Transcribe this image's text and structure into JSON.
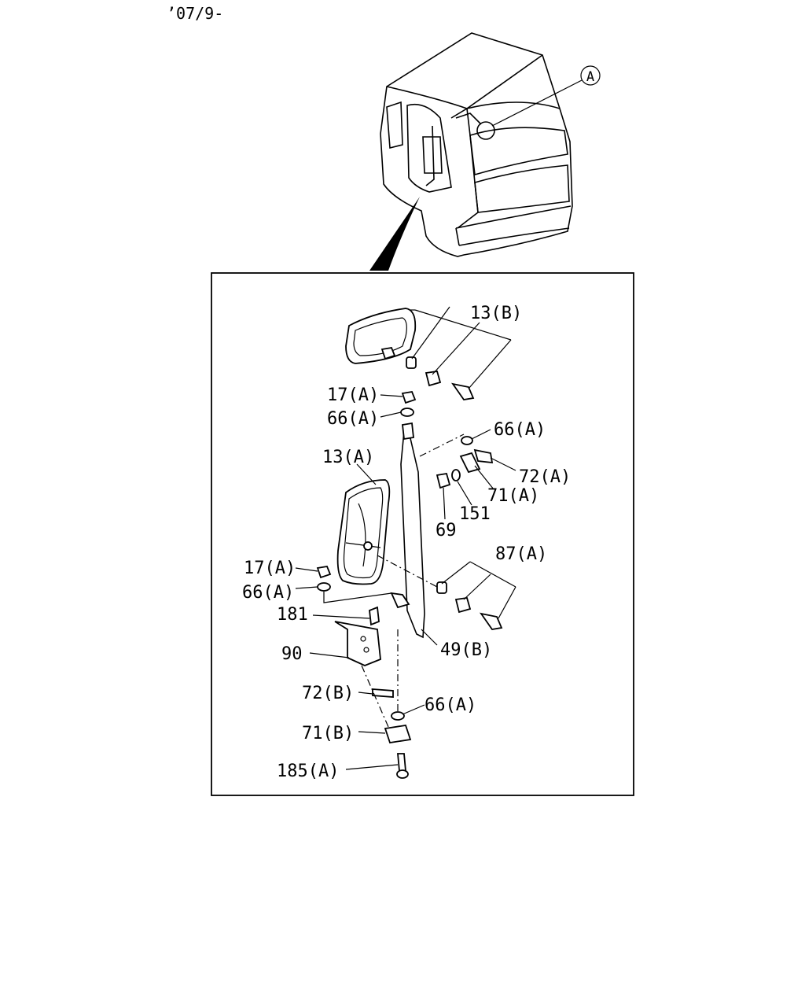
{
  "header": {
    "date_code": "’07/9-"
  },
  "reference": {
    "circle_label": "A"
  },
  "callouts": {
    "mirror_upper": "13(B)",
    "nut_upper": "17(A)",
    "washer_upper": "66(A)",
    "washer_right": "66(A)",
    "mirror_main": "13(A)",
    "bracket_a": "72(A)",
    "clamp_a": "71(A)",
    "lock_washer": "151",
    "nut_69": "69",
    "kit_87": "87(A)",
    "nut_lower": "17(A)",
    "washer_lower": "66(A)",
    "plate_181": "181",
    "stay_49": "49(B)",
    "bracket_90": "90",
    "bracket_b": "72(B)",
    "washer_bottom": "66(A)",
    "clamp_b": "71(B)",
    "bolt_185": "185(A)"
  }
}
